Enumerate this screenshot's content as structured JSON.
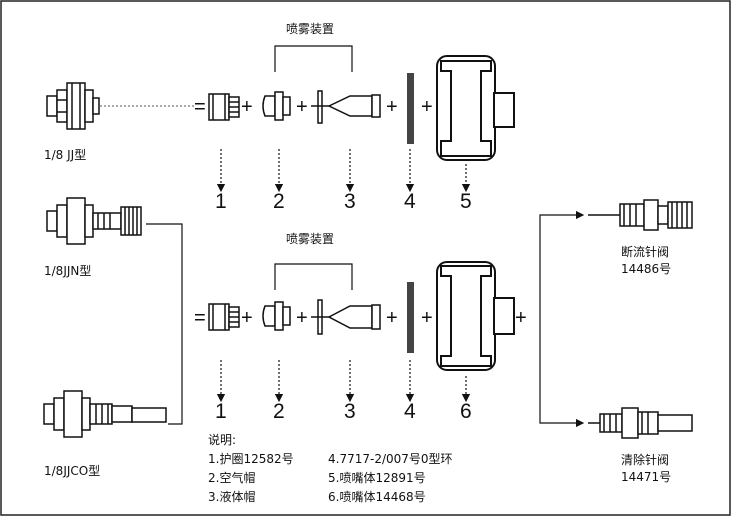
{
  "top_row": {
    "group_label": "喷雾装置",
    "variant_label": "1/8 JJ型",
    "callouts": [
      "1",
      "2",
      "3",
      "4",
      "5"
    ]
  },
  "bottom_row": {
    "group_label": "喷雾装置",
    "callouts": [
      "1",
      "2",
      "3",
      "4",
      "6"
    ]
  },
  "left_variants": [
    "1/8JJN型",
    "1/8JJCO型"
  ],
  "right_valves": [
    {
      "name": "断流针阀",
      "part": "14486号"
    },
    {
      "name": "清除针阀",
      "part": "14471号"
    }
  ],
  "legend": {
    "title": "说明:",
    "items": [
      "1.护圈12582号",
      "2.空气帽",
      "3.液体帽",
      "4.7717-2/007号0型环",
      "5.喷嘴体12891号",
      "6.喷嘴体14468号"
    ]
  },
  "symbols": {
    "plus": "+",
    "equals": "="
  },
  "colors": {
    "line": "#111111",
    "frame": "#222222",
    "ring": "#444444",
    "background": "#ffffff"
  }
}
